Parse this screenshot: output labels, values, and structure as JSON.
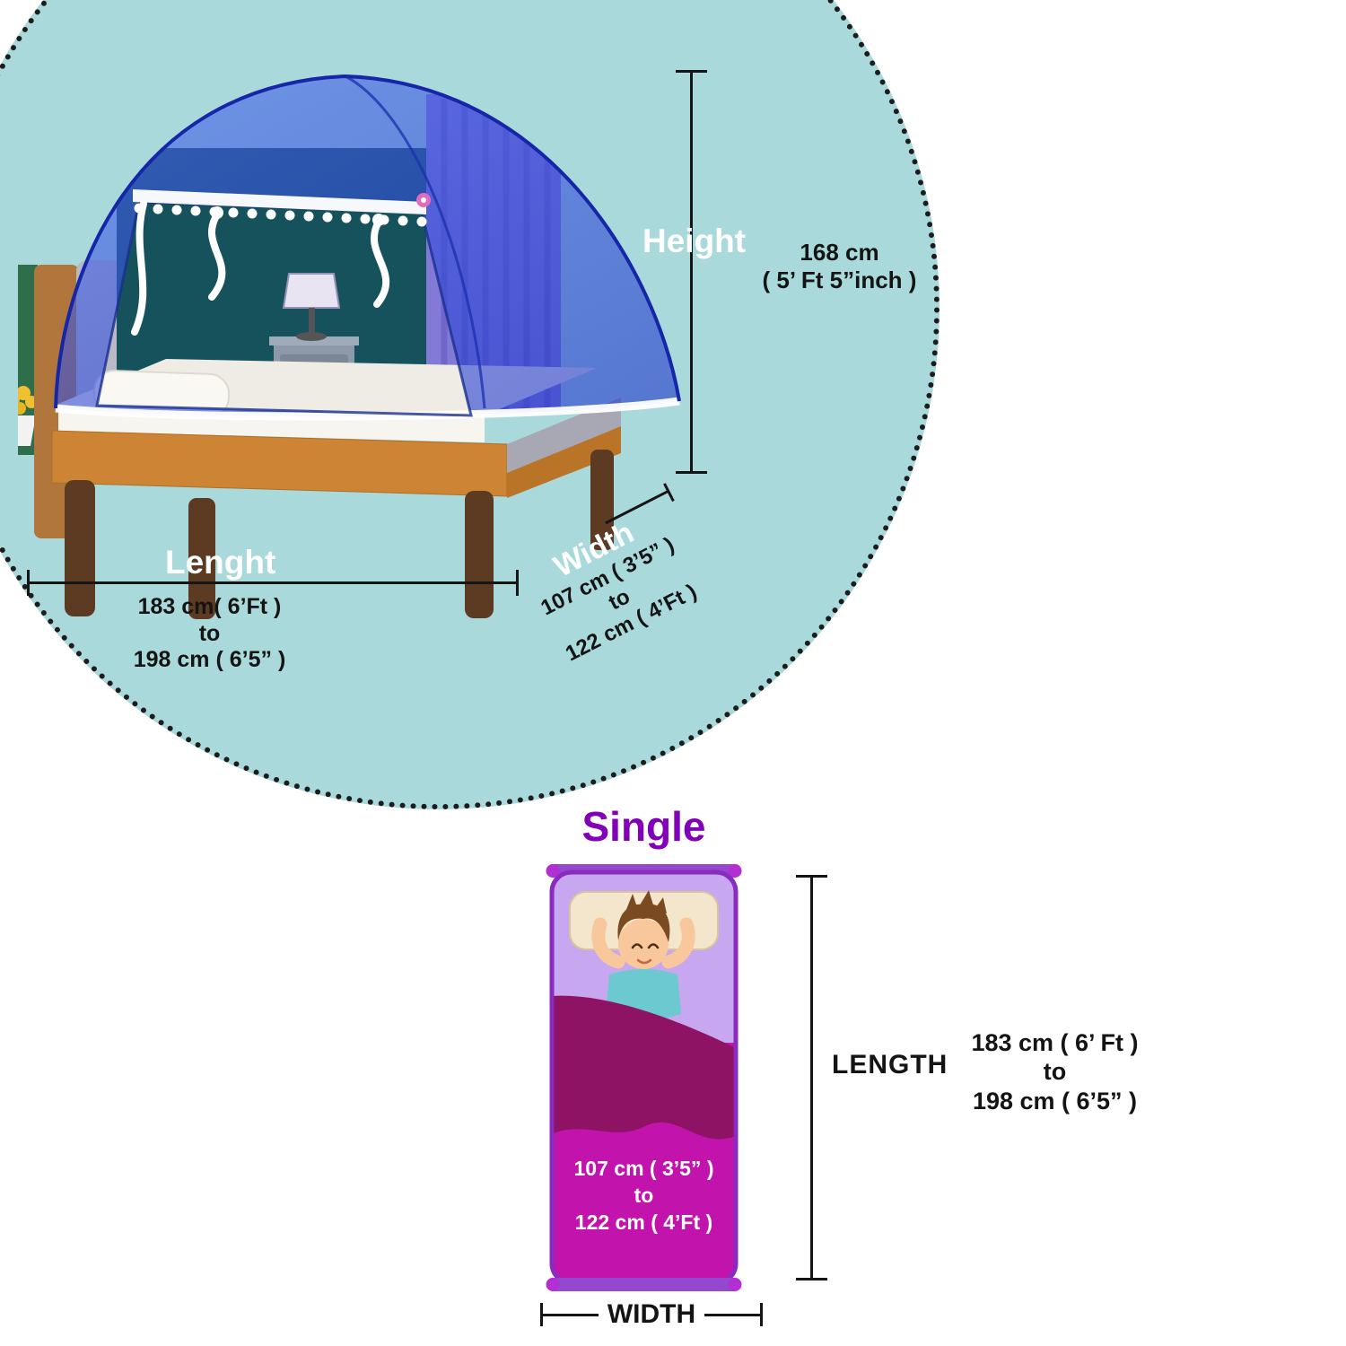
{
  "colors": {
    "circle_bg": "#a9d9da",
    "tent_blue": "#2b3fd0",
    "title_purple": "#8200b8",
    "bed_magenta": "#c214ad",
    "blanket_magenta": "#8e1364",
    "dimension_line": "#151515",
    "label_white": "#ffffff"
  },
  "tent_diagram": {
    "height": {
      "label": "Height",
      "value1": "168 cm",
      "value2": "( 5’ Ft 5”inch )"
    },
    "length": {
      "label": "Lenght",
      "value1": "183 cm( 6’Ft )",
      "value2": "to",
      "value3": "198 cm ( 6’5” )"
    },
    "width": {
      "label": "Width",
      "value1": "107 cm ( 3’5” )",
      "value2": "to",
      "value3": "122 cm ( 4’Ft )"
    }
  },
  "single_bed": {
    "title": "Single",
    "mattress": {
      "line1": "107 cm ( 3’5” )",
      "line2": "to",
      "line3": "122 cm ( 4’Ft )"
    },
    "length": {
      "label": "LENGTH",
      "value1": "183 cm ( 6’ Ft )",
      "value2": "to",
      "value3": "198 cm ( 6’5” )"
    },
    "width_label": "WIDTH"
  }
}
